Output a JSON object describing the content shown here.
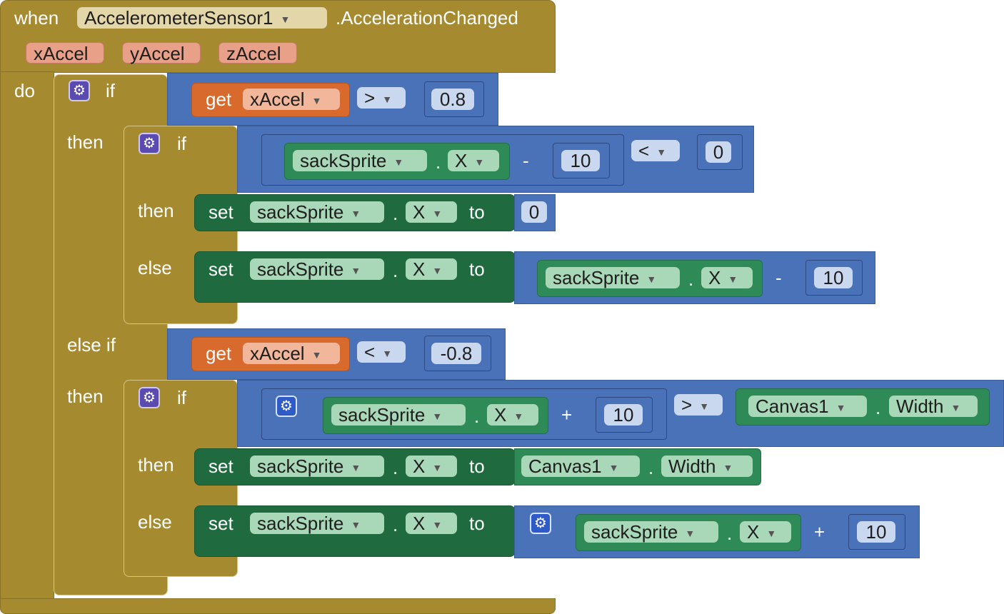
{
  "event": {
    "when": "when",
    "component": "AccelerometerSensor1",
    "event_name": ".AccelerationChanged",
    "params": [
      "xAccel",
      "yAccel",
      "zAccel"
    ],
    "do": "do"
  },
  "keywords": {
    "if": "if",
    "then": "then",
    "else": "else",
    "else_if": "else if",
    "get": "get",
    "set": "set",
    "to": "to",
    "dot": "."
  },
  "cond1": {
    "var": "xAccel",
    "op": ">",
    "num": "0.8"
  },
  "inner1": {
    "cond": {
      "comp": "sackSprite",
      "prop": "X",
      "minus": "-",
      "num": "10",
      "op": "<",
      "rhs": "0"
    },
    "then": {
      "comp": "sackSprite",
      "prop": "X",
      "value": "0"
    },
    "else": {
      "comp": "sackSprite",
      "prop": "X",
      "vcomp": "sackSprite",
      "vprop": "X",
      "minus": "-",
      "num": "10"
    }
  },
  "cond2": {
    "var": "xAccel",
    "op": "<",
    "num": "-0.8"
  },
  "inner2": {
    "cond": {
      "comp": "sackSprite",
      "prop": "X",
      "plus": "+",
      "num": "10",
      "op": ">",
      "rcomp": "Canvas1",
      "rprop": "Width"
    },
    "then": {
      "comp": "sackSprite",
      "prop": "X",
      "vcomp": "Canvas1",
      "vprop": "Width"
    },
    "else": {
      "comp": "sackSprite",
      "prop": "X",
      "vcomp": "sackSprite",
      "vprop": "X",
      "plus": "+",
      "num": "10"
    }
  },
  "colors": {
    "control": "#A58A30",
    "logic": "#4A72B8",
    "component": "#2E8B57",
    "setter": "#1F6B3F",
    "variable": "#D86A2D"
  }
}
